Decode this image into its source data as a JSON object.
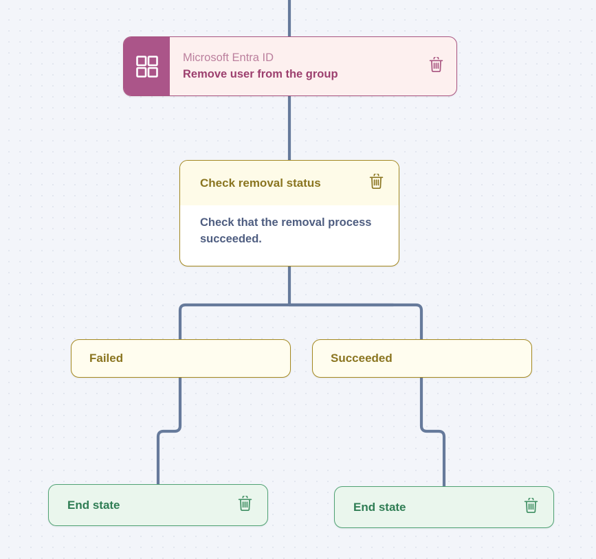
{
  "canvas": {
    "background_color": "#f3f5fa",
    "dot_color": "#e2e6ef",
    "edge_color": "#667a9b"
  },
  "nodes": {
    "action": {
      "name": "Microsoft Entra ID action card",
      "icon": "grid-2x2-icon",
      "subtitle": "Microsoft Entra ID",
      "title": "Remove user from the group",
      "delete_icon": "trash-icon",
      "accent_color": "#ab5589",
      "body_color": "#fdf0ef",
      "border_color": "#a85480"
    },
    "condition": {
      "name": "Check removal status condition card",
      "title": "Check removal status",
      "description": "Check that the removal process succeeded.",
      "delete_icon": "trash-icon",
      "header_color": "#fefbe8",
      "body_color": "#ffffff",
      "border_color": "#a3871f",
      "title_color": "#8a7520",
      "description_color": "#4e5d80"
    },
    "branches": [
      {
        "name": "failed-branch",
        "label": "Failed",
        "fill_color": "#fffdef",
        "border_color": "#a3871f",
        "text_color": "#8a7520"
      },
      {
        "name": "succeeded-branch",
        "label": "Succeeded",
        "fill_color": "#fffdef",
        "border_color": "#a3871f",
        "text_color": "#8a7520"
      }
    ],
    "end_states": [
      {
        "name": "end-state-failed",
        "label": "End state",
        "delete_icon": "trash-icon",
        "fill_color": "#eaf6ed",
        "border_color": "#4fa173",
        "text_color": "#2f7d54"
      },
      {
        "name": "end-state-succeeded",
        "label": "End state",
        "delete_icon": "trash-icon",
        "fill_color": "#eaf6ed",
        "border_color": "#4fa173",
        "text_color": "#2f7d54"
      }
    ]
  }
}
